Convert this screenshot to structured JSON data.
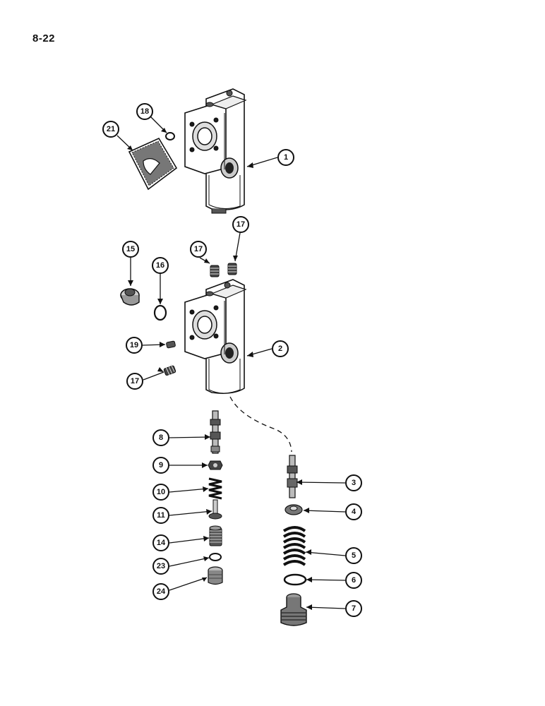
{
  "page": {
    "page_number": "8-22"
  },
  "callouts": [
    {
      "id": "c1",
      "label": "1"
    },
    {
      "id": "c2",
      "label": "2"
    },
    {
      "id": "c3",
      "label": "3"
    },
    {
      "id": "c4",
      "label": "4"
    },
    {
      "id": "c5",
      "label": "5"
    },
    {
      "id": "c6",
      "label": "6"
    },
    {
      "id": "c7",
      "label": "7"
    },
    {
      "id": "c8",
      "label": "8"
    },
    {
      "id": "c9",
      "label": "9"
    },
    {
      "id": "c10",
      "label": "10"
    },
    {
      "id": "c11",
      "label": "11"
    },
    {
      "id": "c14",
      "label": "14"
    },
    {
      "id": "c15",
      "label": "15"
    },
    {
      "id": "c16",
      "label": "16"
    },
    {
      "id": "c17a",
      "label": "17"
    },
    {
      "id": "c17b",
      "label": "17"
    },
    {
      "id": "c17c",
      "label": "17"
    },
    {
      "id": "c18",
      "label": "18"
    },
    {
      "id": "c19",
      "label": "19"
    },
    {
      "id": "c21",
      "label": "21"
    },
    {
      "id": "c23",
      "label": "23"
    },
    {
      "id": "c24",
      "label": "24"
    }
  ]
}
